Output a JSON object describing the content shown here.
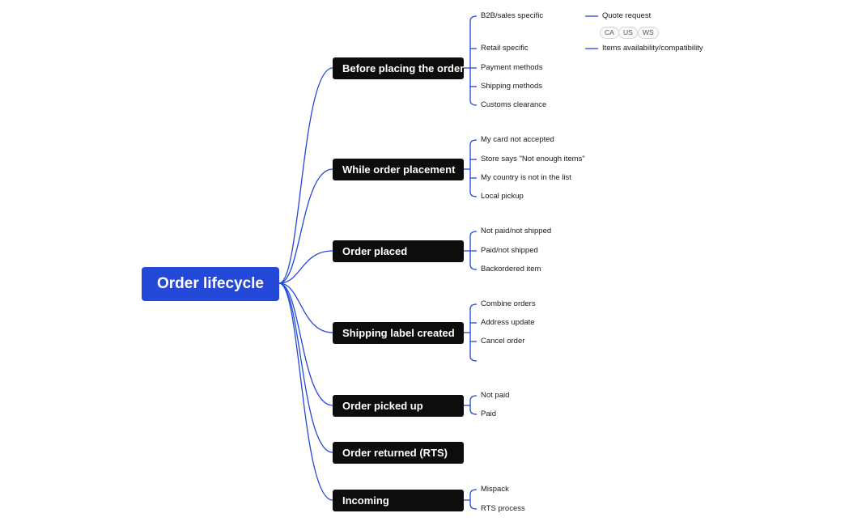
{
  "colors": {
    "root_bg": "#2448d8",
    "branch_bg": "#0d0d0d",
    "connector": "#2448d8"
  },
  "root": {
    "label": "Order lifecycle"
  },
  "branches": [
    {
      "label": "Before placing the order",
      "children": [
        {
          "label": "B2B/sales specific",
          "sub": [
            {
              "label": "Quote request",
              "tags": [
                "CA",
                "US",
                "WS"
              ]
            }
          ]
        },
        {
          "label": "Retail specific",
          "sub": [
            {
              "label": "Items availability/compatibility"
            }
          ]
        },
        {
          "label": "Payment methods"
        },
        {
          "label": "Shipping methods"
        },
        {
          "label": "Customs clearance"
        }
      ]
    },
    {
      "label": "While order placement",
      "children": [
        {
          "label": "My card not accepted"
        },
        {
          "label": "Store says \"Not enough items\""
        },
        {
          "label": "My country is not in the list"
        },
        {
          "label": "Local pickup"
        }
      ]
    },
    {
      "label": "Order placed",
      "children": [
        {
          "label": "Not paid/not shipped"
        },
        {
          "label": "Paid/not shipped"
        },
        {
          "label": "Backordered item"
        }
      ]
    },
    {
      "label": "Shipping label created",
      "children": [
        {
          "label": "Combine orders"
        },
        {
          "label": "Address update"
        },
        {
          "label": "Cancel order"
        },
        {
          "label": ""
        }
      ]
    },
    {
      "label": "Order picked up",
      "children": [
        {
          "label": "Not paid"
        },
        {
          "label": "Paid"
        }
      ]
    },
    {
      "label": "Order returned (RTS)",
      "children": []
    },
    {
      "label": "Incoming",
      "children": [
        {
          "label": "Mispack"
        },
        {
          "label": "RTS process"
        }
      ]
    }
  ]
}
